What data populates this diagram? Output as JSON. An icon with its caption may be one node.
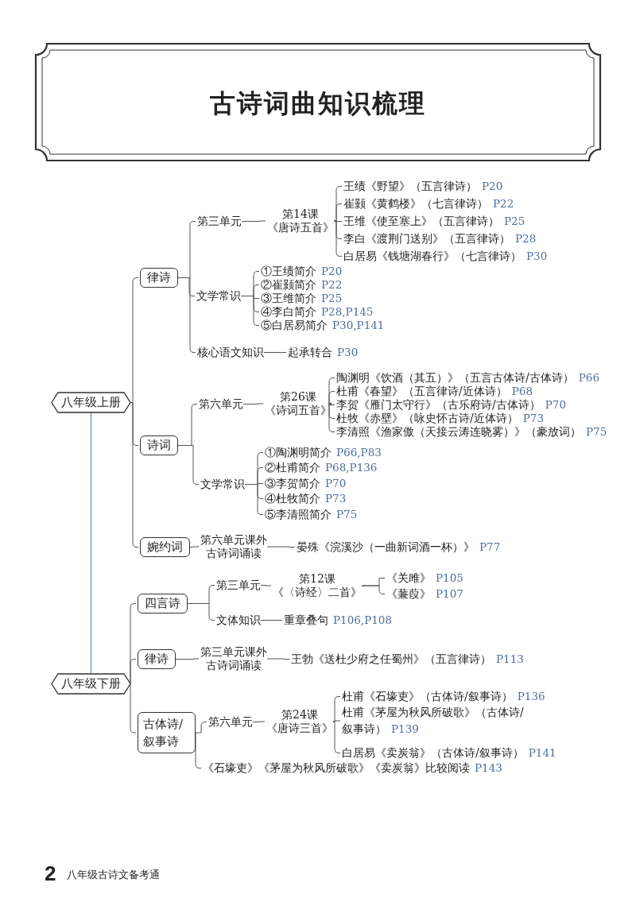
{
  "diagram": {
    "title": "古诗词曲知识梳理",
    "nodes": [
      {
        "text": [
          "八年级上册"
        ]
      },
      {
        "text": [
          "律诗"
        ]
      },
      {
        "text": [
          "第三单元"
        ]
      },
      {
        "text": [
          "第14课",
          "《唐诗五首》"
        ]
      },
      {
        "text": [
          "王绩《野望》（五言律诗）",
          "P20"
        ]
      },
      {
        "text": [
          "崔颢《黄鹤楼》（七言律诗）",
          "P22"
        ]
      },
      {
        "text": [
          "王维《使至塞上》（五言律诗）",
          "P25"
        ]
      },
      {
        "text": [
          "李白《渡荆门送别》（五言律诗）",
          "P28"
        ]
      },
      {
        "text": [
          "白居易《钱塘湖春行》（七言律诗）",
          "P30"
        ]
      },
      {
        "text": [
          "文学常识"
        ]
      },
      {
        "text": [
          "①王绩简介",
          "P20"
        ]
      },
      {
        "text": [
          "②崔颢简介",
          "P22"
        ]
      },
      {
        "text": [
          "③王维简介",
          "P25"
        ]
      },
      {
        "text": [
          "④李白简介",
          "P28,P145"
        ]
      },
      {
        "text": [
          "⑤白居易简介",
          "P30,P141"
        ]
      },
      {
        "text": [
          "核心语文知识"
        ]
      },
      {
        "text": [
          "起承转合",
          "P30"
        ]
      },
      {
        "text": [
          "诗词"
        ]
      },
      {
        "text": [
          "第六单元"
        ]
      },
      {
        "text": [
          "第26课",
          "《诗词五首》"
        ]
      },
      {
        "text": [
          "陶渊明《饮酒（其五）》（五言古体诗/古体诗）",
          "P66"
        ]
      },
      {
        "text": [
          "杜甫《春望》（五言律诗/近体诗）",
          "P68"
        ]
      },
      {
        "text": [
          "李贺《雁门太守行》（古乐府诗/古体诗）",
          "P70"
        ]
      },
      {
        "text": [
          "杜牧《赤壁》（咏史怀古诗/近体诗）",
          "P73"
        ]
      },
      {
        "text": [
          "李清照《渔家傲（天接云涛连晓雾）》（豪放词）",
          "P75"
        ]
      },
      {
        "text": [
          "文学常识"
        ]
      },
      {
        "text": [
          "①陶渊明简介",
          "P66,P83"
        ]
      },
      {
        "text": [
          "②杜甫简介",
          "P68,P136"
        ]
      },
      {
        "text": [
          "③李贺简介",
          "P70"
        ]
      },
      {
        "text": [
          "④杜牧简介",
          "P73"
        ]
      },
      {
        "text": [
          "⑤李清照简介",
          "P75"
        ]
      },
      {
        "text": [
          "婉约词"
        ]
      },
      {
        "text": [
          "第六单元课外古诗词诵读"
        ]
      },
      {
        "text": [
          "晏殊《浣溪沙（一曲新词酒一杯）》",
          "P77"
        ]
      },
      {
        "text": [
          "八年级下册"
        ]
      },
      {
        "text": [
          "四言诗"
        ]
      },
      {
        "text": [
          "第三单元"
        ]
      },
      {
        "text": [
          "第12课",
          "《〈诗经〉二首》"
        ]
      },
      {
        "text": [
          "《关雎》",
          "P105"
        ]
      },
      {
        "text": [
          "《蒹葭》",
          "P107"
        ]
      },
      {
        "text": [
          "文体知识"
        ]
      },
      {
        "text": [
          "重章叠句",
          "P106,P108"
        ]
      },
      {
        "text": [
          "律诗"
        ]
      },
      {
        "text": [
          "第三单元课外古诗词诵读"
        ]
      },
      {
        "text": [
          "王勃《送杜少府之任蜀州》（五言律诗）",
          "P113"
        ]
      },
      {
        "text": [
          "古体诗/叙事诗"
        ]
      },
      {
        "text": [
          "第六单元"
        ]
      },
      {
        "text": [
          "第24课",
          "《唐诗三首》"
        ]
      },
      {
        "text": [
          "杜甫《石壕吏》（古体诗/叙事诗）",
          "P136"
        ]
      },
      {
        "text": [
          "杜甫《茅屋为秋风所破歌》（古体诗/叙事诗）",
          "P139"
        ]
      },
      {
        "text": [
          "白居易《卖炭翁》（古体诗/叙事诗）",
          "P141"
        ]
      },
      {
        "text": [
          "《石壕吏》《茅屋为秋风所破歌》《卖炭翁》比较阅读",
          "P143"
        ]
      }
    ],
    "edges": [
      {
        "from": 0,
        "to": 1,
        "arrow": "none"
      },
      {
        "from": 0,
        "to": 17,
        "arrow": "none"
      },
      {
        "from": 0,
        "to": 31,
        "arrow": "none"
      },
      {
        "from": 1,
        "to": 2,
        "arrow": "none"
      },
      {
        "from": 2,
        "to": 3,
        "arrow": "none"
      },
      {
        "from": 3,
        "to": 4,
        "arrow": "none"
      },
      {
        "from": 3,
        "to": 5,
        "arrow": "none"
      },
      {
        "from": 3,
        "to": 6,
        "arrow": "none"
      },
      {
        "from": 3,
        "to": 7,
        "arrow": "none"
      },
      {
        "from": 3,
        "to": 8,
        "arrow": "none"
      },
      {
        "from": 1,
        "to": 9,
        "arrow": "none"
      },
      {
        "from": 9,
        "to": 10,
        "arrow": "none"
      },
      {
        "from": 9,
        "to": 11,
        "arrow": "none"
      },
      {
        "from": 9,
        "to": 12,
        "arrow": "none"
      },
      {
        "from": 9,
        "to": 13,
        "arrow": "none"
      },
      {
        "from": 9,
        "to": 14,
        "arrow": "none"
      },
      {
        "from": 1,
        "to": 15,
        "arrow": "none"
      },
      {
        "from": 15,
        "to": 16,
        "arrow": "none"
      },
      {
        "from": 17,
        "to": 18,
        "arrow": "none"
      },
      {
        "from": 18,
        "to": 19,
        "arrow": "none"
      },
      {
        "from": 19,
        "to": 20,
        "arrow": "none"
      },
      {
        "from": 19,
        "to": 21,
        "arrow": "none"
      },
      {
        "from": 19,
        "to": 22,
        "arrow": "none"
      },
      {
        "from": 19,
        "to": 23,
        "arrow": "none"
      },
      {
        "from": 19,
        "to": 24,
        "arrow": "none"
      },
      {
        "from": 17,
        "to": 25,
        "arrow": "none"
      },
      {
        "from": 25,
        "to": 26,
        "arrow": "none"
      },
      {
        "from": 25,
        "to": 27,
        "arrow": "none"
      },
      {
        "from": 25,
        "to": 28,
        "arrow": "none"
      },
      {
        "from": 25,
        "to": 29,
        "arrow": "none"
      },
      {
        "from": 25,
        "to": 30,
        "arrow": "none"
      },
      {
        "from": 31,
        "to": 32,
        "arrow": "none"
      },
      {
        "from": 32,
        "to": 33,
        "arrow": "none"
      },
      {
        "from": 0,
        "to": 34,
        "arrow": "none",
        "color": "#7f9cc4"
      },
      {
        "from": 34,
        "to": 35,
        "arrow": "none"
      },
      {
        "from": 34,
        "to": 42,
        "arrow": "none"
      },
      {
        "from": 34,
        "to": 45,
        "arrow": "none"
      },
      {
        "from": 35,
        "to": 36,
        "arrow": "none"
      },
      {
        "from": 36,
        "to": 37,
        "arrow": "none"
      },
      {
        "from": 37,
        "to": 38,
        "arrow": "none"
      },
      {
        "from": 37,
        "to": 39,
        "arrow": "none"
      },
      {
        "from": 35,
        "to": 40,
        "arrow": "none"
      },
      {
        "from": 40,
        "to": 41,
        "arrow": "none"
      },
      {
        "from": 42,
        "to": 43,
        "arrow": "none"
      },
      {
        "from": 43,
        "to": 44,
        "arrow": "none"
      },
      {
        "from": 45,
        "to": 46,
        "arrow": "none"
      },
      {
        "from": 46,
        "to": 47,
        "arrow": "none"
      },
      {
        "from": 47,
        "to": 48,
        "arrow": "none"
      },
      {
        "from": 47,
        "to": 49,
        "arrow": "none"
      },
      {
        "from": 47,
        "to": 50,
        "arrow": "none"
      },
      {
        "from": 45,
        "to": 51,
        "arrow": "none"
      }
    ],
    "labels": [
      "2",
      "八年级古诗文备考通"
    ]
  }
}
